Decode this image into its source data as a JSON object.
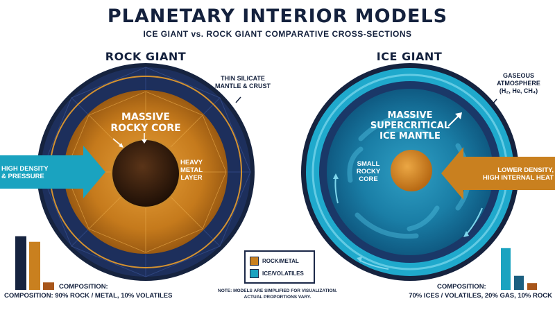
{
  "title": "PLANETARY INTERIOR MODELS",
  "subtitle": "ICE GIANT vs. ROCK GIANT COMPARATIVE CROSS-SECTIONS",
  "rock_giant": {
    "heading": "ROCK GIANT",
    "mantle_label_line1": "THIN SILICATE",
    "mantle_label_line2": "MANTLE & CRUST",
    "core_label_line1": "MASSIVE",
    "core_label_line2": "ROCKY CORE",
    "metal_label_line1": "HEAVY",
    "metal_label_line2": "METAL",
    "metal_label_line3": "LAYER",
    "arrow_label_line1": "HIGH DENSITY",
    "arrow_label_line2": "& PRESSURE",
    "composition_heading": "COMPOSITION:",
    "composition_text": "COMPOSITION: 90% ROCK / METAL, 10% VOLATILES",
    "bars": [
      0.86,
      0.77,
      0.12
    ],
    "bar_colors": [
      "#16233f",
      "#c9801f",
      "#a8561a"
    ]
  },
  "ice_giant": {
    "heading": "ICE GIANT",
    "atmo_label_line1": "GASEOUS",
    "atmo_label_line2": "ATMOSPHERE",
    "atmo_label_line3": "(H₂, He, CH₄)",
    "mantle_label_line1": "MASSIVE",
    "mantle_label_line2": "SUPERCRITICAL",
    "mantle_label_line3": "ICE MANTLE",
    "core_label_line1": "SMALL",
    "core_label_line2": "ROCKY",
    "core_label_line3": "CORE",
    "arrow_label_line1": "LOWER DENSITY,",
    "arrow_label_line2": "HIGH INTERNAL HEAT",
    "composition_heading": "COMPOSITION:",
    "composition_text": "70% ICES / VOLATILES, 20% GAS, 10% ROCK",
    "bars": [
      0.86,
      0.29,
      0.14
    ],
    "bar_colors": [
      "#1aa3c0",
      "#1b5f80",
      "#a8561a"
    ]
  },
  "legend": {
    "rock_label": "ROCK/METAL",
    "ice_label": "ICE/VOLATILES",
    "rock_color": "#c9801f",
    "ice_color": "#1aa3c0"
  },
  "note_line1": "NOTE: MODELS ARE SIMPLIFIED FOR VISUALIZATION.",
  "note_line2": "ACTUAL PROPORTIONS VARY."
}
